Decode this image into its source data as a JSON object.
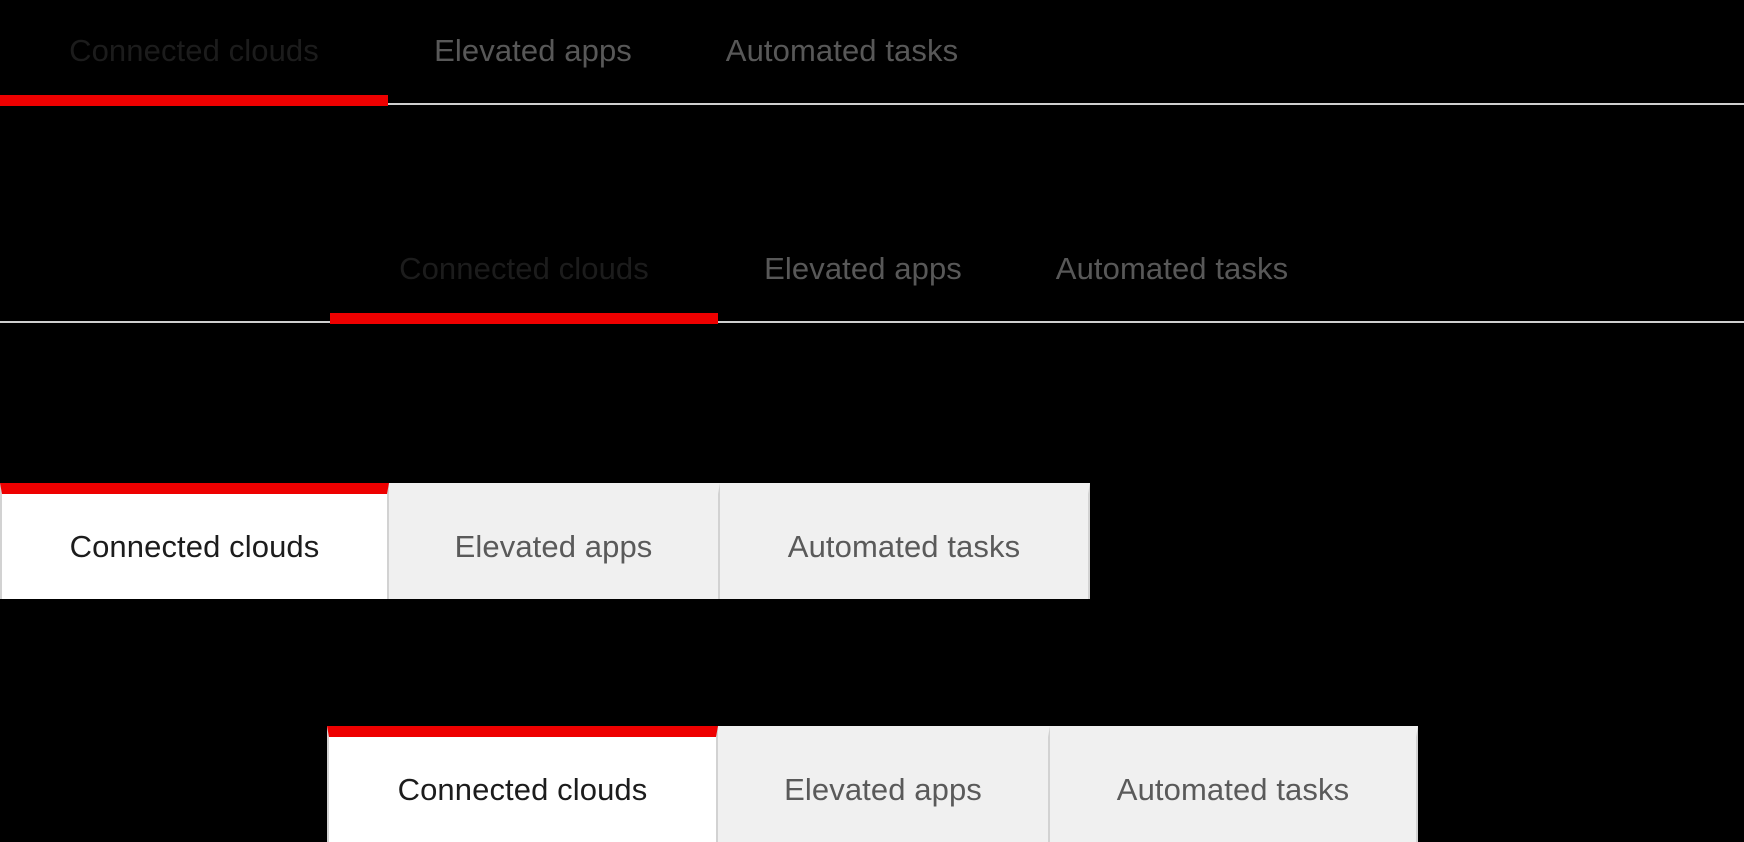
{
  "theme": {
    "background": "#000000",
    "accent_red": "#ee0000",
    "active_text": "#1c1c1c",
    "inactive_text": "#585858",
    "panel_white": "#ffffff",
    "panel_gray": "#f0f0f0",
    "divider_gray": "#d2d2d2"
  },
  "tab_labels": {
    "connected_clouds": "Connected clouds",
    "elevated_apps": "Elevated apps",
    "automated_tasks": "Automated tasks"
  },
  "variants": [
    {
      "name": "underline-tabs-left",
      "style": "underline",
      "selected_index": 0,
      "tabs": [
        {
          "label": "Connected clouds",
          "state": "active"
        },
        {
          "label": "Elevated apps",
          "state": "inactive"
        },
        {
          "label": "Automated tasks",
          "state": "inactive"
        }
      ]
    },
    {
      "name": "underline-tabs-indented",
      "style": "underline",
      "selected_index": 0,
      "tabs": [
        {
          "label": "Connected clouds",
          "state": "active"
        },
        {
          "label": "Elevated apps",
          "state": "inactive"
        },
        {
          "label": "Automated tasks",
          "state": "inactive"
        }
      ]
    },
    {
      "name": "boxed-tabs-left",
      "style": "boxed",
      "selected_index": 0,
      "tabs": [
        {
          "label": "Connected clouds",
          "state": "active"
        },
        {
          "label": "Elevated apps",
          "state": "inactive"
        },
        {
          "label": "Automated tasks",
          "state": "inactive"
        }
      ]
    },
    {
      "name": "boxed-tabs-indented",
      "style": "boxed",
      "selected_index": 0,
      "tabs": [
        {
          "label": "Connected clouds",
          "state": "active"
        },
        {
          "label": "Elevated apps",
          "state": "inactive"
        },
        {
          "label": "Automated tasks",
          "state": "inactive"
        }
      ]
    }
  ]
}
